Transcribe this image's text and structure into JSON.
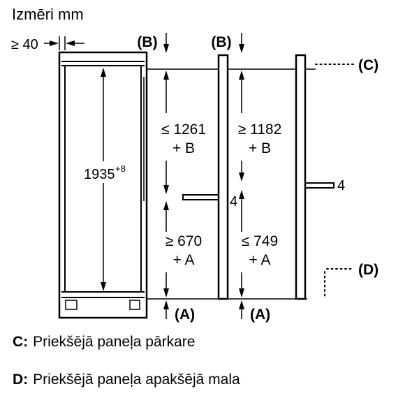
{
  "title": "Izmēri mm",
  "colors": {
    "line": "#000000",
    "background": "#ffffff"
  },
  "diagram": {
    "clearance_left": "≥ 40",
    "niche_height": {
      "value": "1935",
      "sup": "+8"
    },
    "label_b": "(B)",
    "label_a": "(A)",
    "label_c": "(C)",
    "label_d": "(D)",
    "gap_4": "4",
    "option_left": {
      "upper_value": "≤ 1261",
      "upper_add": "+ B",
      "lower_value": "≥ 670",
      "lower_add": "+ A"
    },
    "option_right": {
      "upper_value": "≥ 1182",
      "upper_add": "+ B",
      "lower_value": "≤ 749",
      "lower_add": "+ A"
    }
  },
  "legend": [
    {
      "key": "C:",
      "text": "Priekšējā paneļa pārkare"
    },
    {
      "key": "D:",
      "text": "Priekšējā paneļa apakšējā mala"
    }
  ]
}
